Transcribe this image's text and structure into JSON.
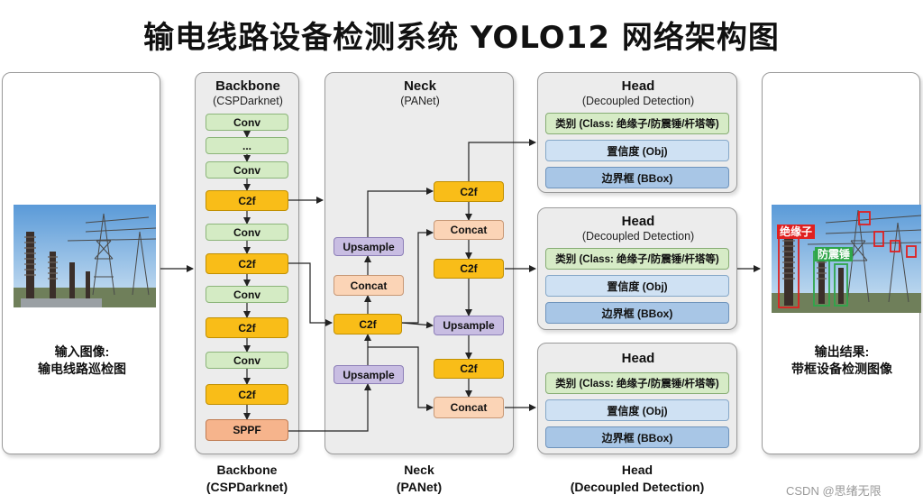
{
  "title": "输电线路设备检测系统 YOLO12 网络架构图",
  "input": {
    "caption_line1": "输入图像:",
    "caption_line2": "输电线路巡检图"
  },
  "output": {
    "caption_line1": "输出结果:",
    "caption_line2": "带框设备检测图像",
    "labels": [
      "绝缘子",
      "防震锤"
    ]
  },
  "backbone": {
    "title": "Backbone",
    "subtitle": "(CSPDarknet)",
    "layers": [
      "Conv",
      "...",
      "Conv",
      "C2f",
      "Conv",
      "C2f",
      "Conv",
      "C2f",
      "Conv",
      "C2f",
      "SPPF"
    ]
  },
  "neck": {
    "title": "Neck",
    "subtitle": "(PANet)",
    "nodes": {
      "c2f_top": "C2f",
      "concat_top": "Concat",
      "c2f_mid": "C2f",
      "upsample_left_top": "Upsample",
      "concat_left": "Concat",
      "c2f_left": "C2f",
      "upsample_right": "Upsample",
      "c2f_lower": "C2f",
      "upsample_left_bottom": "Upsample",
      "concat_bottom": "Concat"
    }
  },
  "heads": [
    {
      "title": "Head",
      "subtitle": "(Decoupled Detection)",
      "cls": "类别 (Class: 绝缘子/防震锤/杆塔等)",
      "obj": "置信度 (Obj)",
      "bbox": "边界框 (BBox)"
    },
    {
      "title": "Head",
      "subtitle": "(Decoupled Detection)",
      "cls": "类别 (Class: 绝缘子/防震锤/杆塔等)",
      "obj": "置信度 (Obj)",
      "bbox": "边界框 (BBox)"
    },
    {
      "title": "Head",
      "subtitle": "",
      "cls": "类别 (Class: 绝缘子/防震锤/杆塔等)",
      "obj": "置信度 (Obj)",
      "bbox": "边界框 (BBox)"
    }
  ],
  "footer": {
    "backbone": [
      "Backbone",
      "(CSPDarknet)"
    ],
    "neck": [
      "Neck",
      "(PANet)"
    ],
    "head": [
      "Head",
      "(Decoupled Detection)"
    ]
  },
  "watermark": "CSDN @思绪无限",
  "colors": {
    "conv": "#d4ebc4",
    "c2f": "#f9bd18",
    "sppf": "#f6b48c",
    "concat": "#fbd4b6",
    "upsample": "#c8bde2",
    "cls": "#d6ebc6",
    "obj": "#cfe1f3",
    "bbox": "#a8c6e6"
  }
}
